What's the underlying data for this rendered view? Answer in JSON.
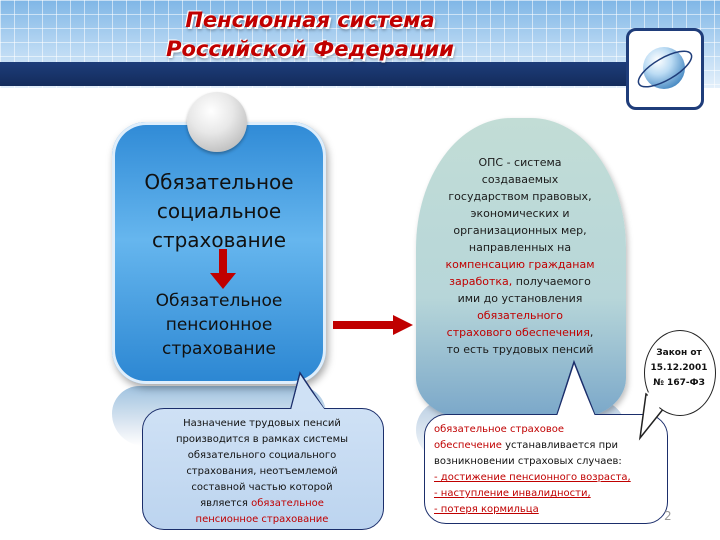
{
  "header": {
    "title_line1": "Пенсионная система",
    "title_line2": "Российской Федерации"
  },
  "left_card": {
    "line1": "Обязательное",
    "line2": "социальное",
    "line3": "страхование",
    "sub1": "Обязательное",
    "sub2": "пенсионное",
    "sub3": "страхование"
  },
  "right_card": {
    "l1": "ОПС - система",
    "l2": "создаваемых",
    "l3": "государством правовых,",
    "l4": "экономических и",
    "l5": "организационных мер,",
    "l6": "направленных на",
    "l7": "компенсацию гражданам",
    "l8a": "заработка,",
    "l8b": " получаемого",
    "l9": "ими до установления",
    "l10": "обязательного",
    "l11a": "страхового обеспечения",
    "l11b": ",",
    "l12": "то есть трудовых пенсий"
  },
  "callout_left": {
    "l1": "Назначение трудовых пенсий",
    "l2": "производится в рамках системы",
    "l3": "обязательного социального",
    "l4": "страхования, неотъемлемой",
    "l5": "составной частью которой",
    "l6a": "является ",
    "l6b": "обязательное",
    "l7": "пенсионное страхование"
  },
  "callout_right": {
    "l1": "обязательное страховое",
    "l2a": "обеспечение",
    "l2b": " устанавливается при",
    "l3": "возникновении страховых случаев:",
    "l4": "- достижение пенсионного возраста,",
    "l5": "- наступление инвалидности,",
    "l6": " - потеря кормильца"
  },
  "law": {
    "l1": "Закон от",
    "l2": "15.12.2001",
    "l3": "№ 167-ФЗ"
  },
  "page_number": "2",
  "colors": {
    "title_red": "#c00000",
    "card_blue": "#2f8ad6",
    "bubble_border": "#1b2e6b"
  }
}
